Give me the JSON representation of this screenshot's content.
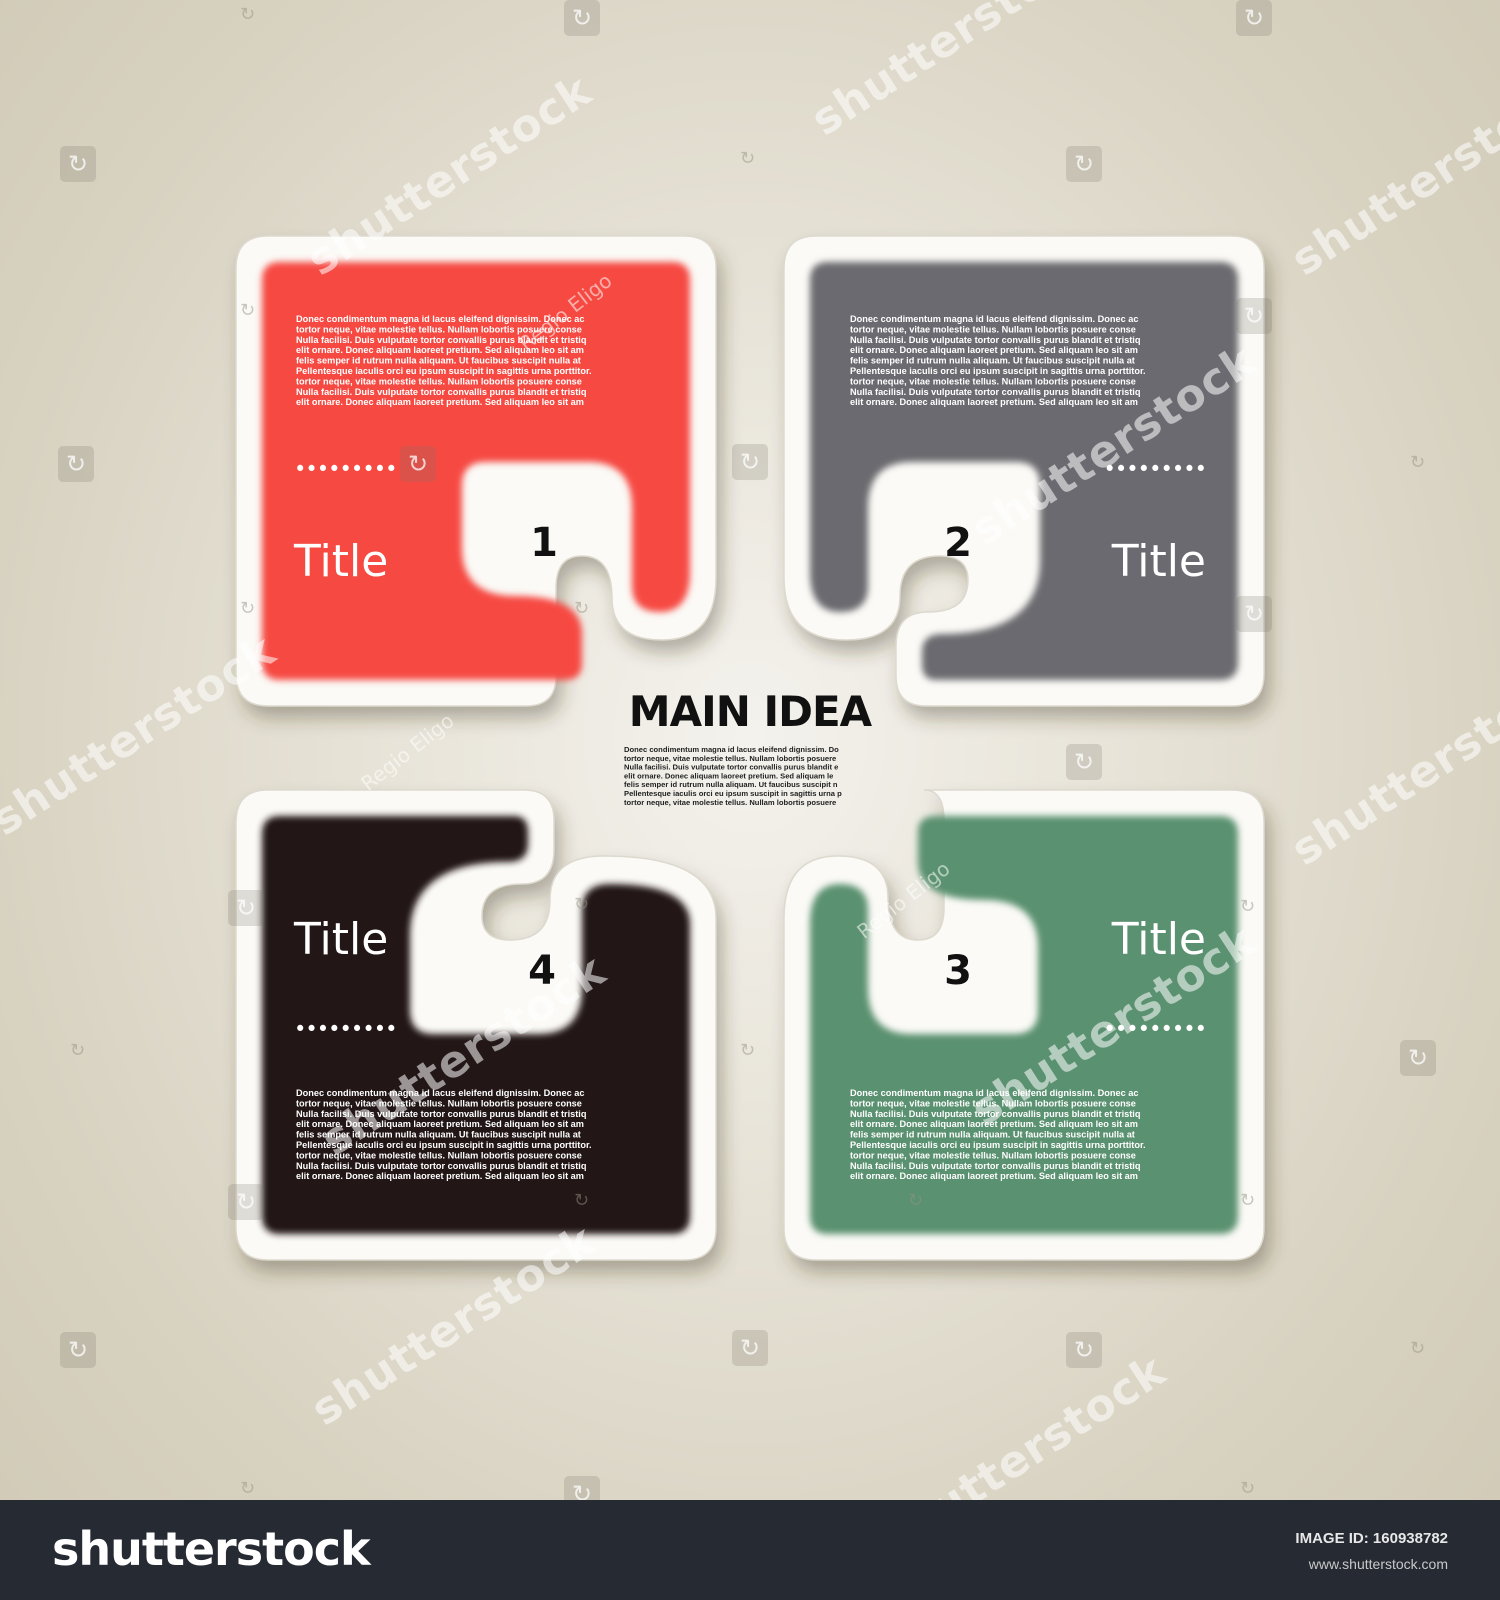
{
  "diagram": {
    "main_title": "MAIN IDEA",
    "main_body": [
      "Donec condimentum magna id lacus eleifend dignissim. Do",
      "tortor neque, vitae molestie tellus. Nullam lobortis posuere",
      "Nulla facilisi. Duis vulputate tortor convallis purus blandit e",
      "elit ornare. Donec aliquam laoreet pretium. Sed aliquam le",
      "felis semper id rutrum nulla aliquam. Ut faucibus suscipit n",
      "Pellentesque iaculis orci eu ipsum suscipit in sagittis urna p",
      "tortor neque, vitae molestie tellus. Nullam lobortis posuere"
    ],
    "pieces": [
      {
        "number": "1",
        "title": "Title",
        "dots": "•••••••••",
        "color": "#f64843",
        "text": [
          "Donec condimentum magna id lacus eleifend dignissim. Donec ac",
          "tortor neque, vitae molestie tellus. Nullam lobortis posuere  conse",
          "Nulla facilisi. Duis vulputate tortor convallis purus blandit et tristiq",
          "elit ornare. Donec aliquam laoreet pretium. Sed aliquam leo sit am",
          "felis semper id rutrum nulla aliquam. Ut faucibus suscipit nulla at",
          "Pellentesque iaculis orci eu ipsum suscipit in sagittis urna porttitor.",
          "tortor neque, vitae molestie tellus. Nullam lobortis posuere  conse",
          "Nulla facilisi. Duis vulputate tortor convallis purus blandit et tristiq",
          "elit ornare. Donec aliquam laoreet pretium. Sed aliquam leo sit am"
        ]
      },
      {
        "number": "2",
        "title": "Title",
        "dots": "•••••••••",
        "color": "#6b6b6f",
        "text": [
          "Donec condimentum magna id lacus eleifend dignissim. Donec ac",
          "tortor neque, vitae molestie tellus. Nullam lobortis posuere  conse",
          "Nulla facilisi. Duis vulputate tortor convallis purus blandit et tristiq",
          "elit ornare. Donec aliquam laoreet pretium. Sed aliquam leo sit am",
          "felis semper id rutrum nulla aliquam. Ut faucibus suscipit nulla at",
          "Pellentesque iaculis orci eu ipsum suscipit in sagittis urna porttitor.",
          "tortor neque, vitae molestie tellus. Nullam lobortis posuere  conse",
          "Nulla facilisi. Duis vulputate tortor convallis purus blandit et tristiq",
          "elit ornare. Donec aliquam laoreet pretium. Sed aliquam leo sit am"
        ]
      },
      {
        "number": "3",
        "title": "Title",
        "dots": "•••••••••",
        "color": "#5a9170",
        "text": [
          "Donec condimentum magna id lacus eleifend dignissim. Donec ac",
          "tortor neque, vitae molestie tellus. Nullam lobortis posuere  conse",
          "Nulla facilisi. Duis vulputate tortor convallis purus blandit et tristiq",
          "elit ornare. Donec aliquam laoreet pretium. Sed aliquam leo sit am",
          "felis semper id rutrum nulla aliquam. Ut faucibus suscipit nulla at",
          "Pellentesque iaculis orci eu ipsum suscipit in sagittis urna porttitor.",
          "tortor neque, vitae molestie tellus. Nullam lobortis posuere  conse",
          "Nulla facilisi. Duis vulputate tortor convallis purus blandit et tristiq",
          "elit ornare. Donec aliquam laoreet pretium. Sed aliquam leo sit am"
        ]
      },
      {
        "number": "4",
        "title": "Title",
        "dots": "•••••••••",
        "color": "#241516",
        "text": [
          "Donec condimentum magna id lacus eleifend dignissim. Donec ac",
          "tortor neque, vitae molestie tellus. Nullam lobortis posuere  conse",
          "Nulla facilisi. Duis vulputate tortor convallis purus blandit et tristiq",
          "elit ornare. Donec aliquam laoreet pretium. Sed aliquam leo sit am",
          "felis semper id rutrum nulla aliquam. Ut faucibus suscipit nulla at",
          "Pellentesque iaculis orci eu ipsum suscipit in sagittis urna porttitor.",
          "tortor neque, vitae molestie tellus. Nullam lobortis posuere  conse",
          "Nulla facilisi. Duis vulputate tortor convallis purus blandit et tristiq",
          "elit ornare. Donec aliquam laoreet pretium. Sed aliquam leo sit am"
        ]
      }
    ]
  },
  "watermark": {
    "brand": "shutterstock",
    "author": "Regio Eligo",
    "icon_glyph": "↻"
  },
  "footer": {
    "logo": "shutterstock",
    "image_id": "IMAGE ID: 160938782",
    "site": "www.shutterstock.com"
  },
  "colors": {
    "background": "#e2ddd0",
    "piece_border": "#fbfaf6",
    "number_text": "#111111",
    "footer_bg": "#262a33"
  }
}
